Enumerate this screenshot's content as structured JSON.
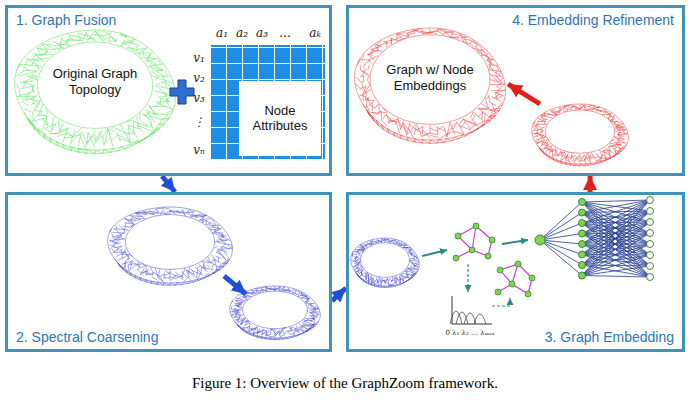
{
  "diagram": {
    "caption": "Figure 1: Overview of the GraphZoom framework.",
    "nodes": [
      {
        "text": [
          "1. Graph Fusion"
        ]
      },
      {
        "text": [
          "Original Graph Topology"
        ],
        "in": 0
      },
      {
        "text": [
          "Node Attributes"
        ],
        "in": 0
      },
      {
        "text": [
          "4. Embedding Refinement"
        ]
      },
      {
        "text": [
          "Graph w/ Node Embeddings"
        ],
        "in": 3
      },
      {
        "text": [
          "2. Spectral Coarsening"
        ]
      },
      {
        "text": [
          "3. Graph Embedding"
        ]
      }
    ],
    "edges": [
      {
        "from": 0,
        "to": 5,
        "arrow": "to"
      },
      {
        "from": 5,
        "to": 6,
        "arrow": "to"
      },
      {
        "from": 6,
        "to": 3,
        "arrow": "to"
      }
    ],
    "labels": [
      "a₁",
      "a₂",
      "a₃",
      "…",
      "aₖ",
      "v₁",
      "v₂",
      "v₃",
      "⋮",
      "vₙ",
      "0 λ₁ λ₂ … λₘₐₓ"
    ]
  }
}
